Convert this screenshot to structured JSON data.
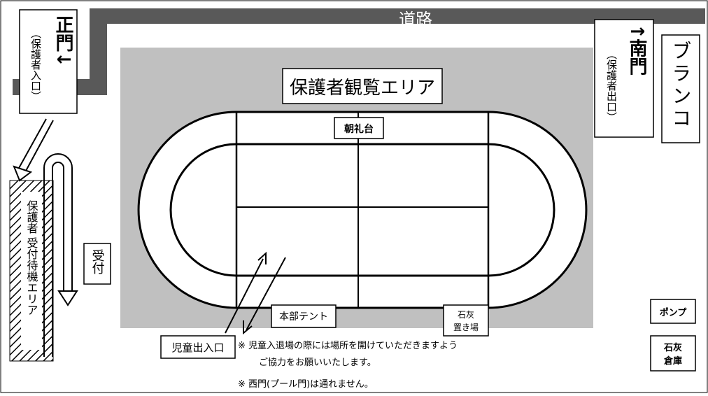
{
  "road_label": "道路",
  "main_gate": {
    "title": "正門↓",
    "note": "（保護者入口）"
  },
  "south_gate": {
    "title": "↑南門",
    "note": "（保護者出口）"
  },
  "swing_label": "ブランコ",
  "viewing_area_label": "保護者観覧エリア",
  "podium_label": "朝礼台",
  "hq_tent_label": "本部テント",
  "lime_storage_label": [
    "石灰",
    "置き場"
  ],
  "pump_label": "ポンプ",
  "lime_shed_label": [
    "石灰",
    "倉庫"
  ],
  "reception_label": "受付",
  "waiting_area_label": "保護者 受付待機エリア",
  "child_entrance_label": "児童出入口",
  "notes": [
    "※ 児童入退場の際には場所を開けていただきますよう",
    "ご協力をお願いいたします。",
    "※ 西門(プール門)は通れません。"
  ],
  "colors": {
    "road": "#595959",
    "viewing_area": "#c0c0c0",
    "outline": "#000000"
  }
}
